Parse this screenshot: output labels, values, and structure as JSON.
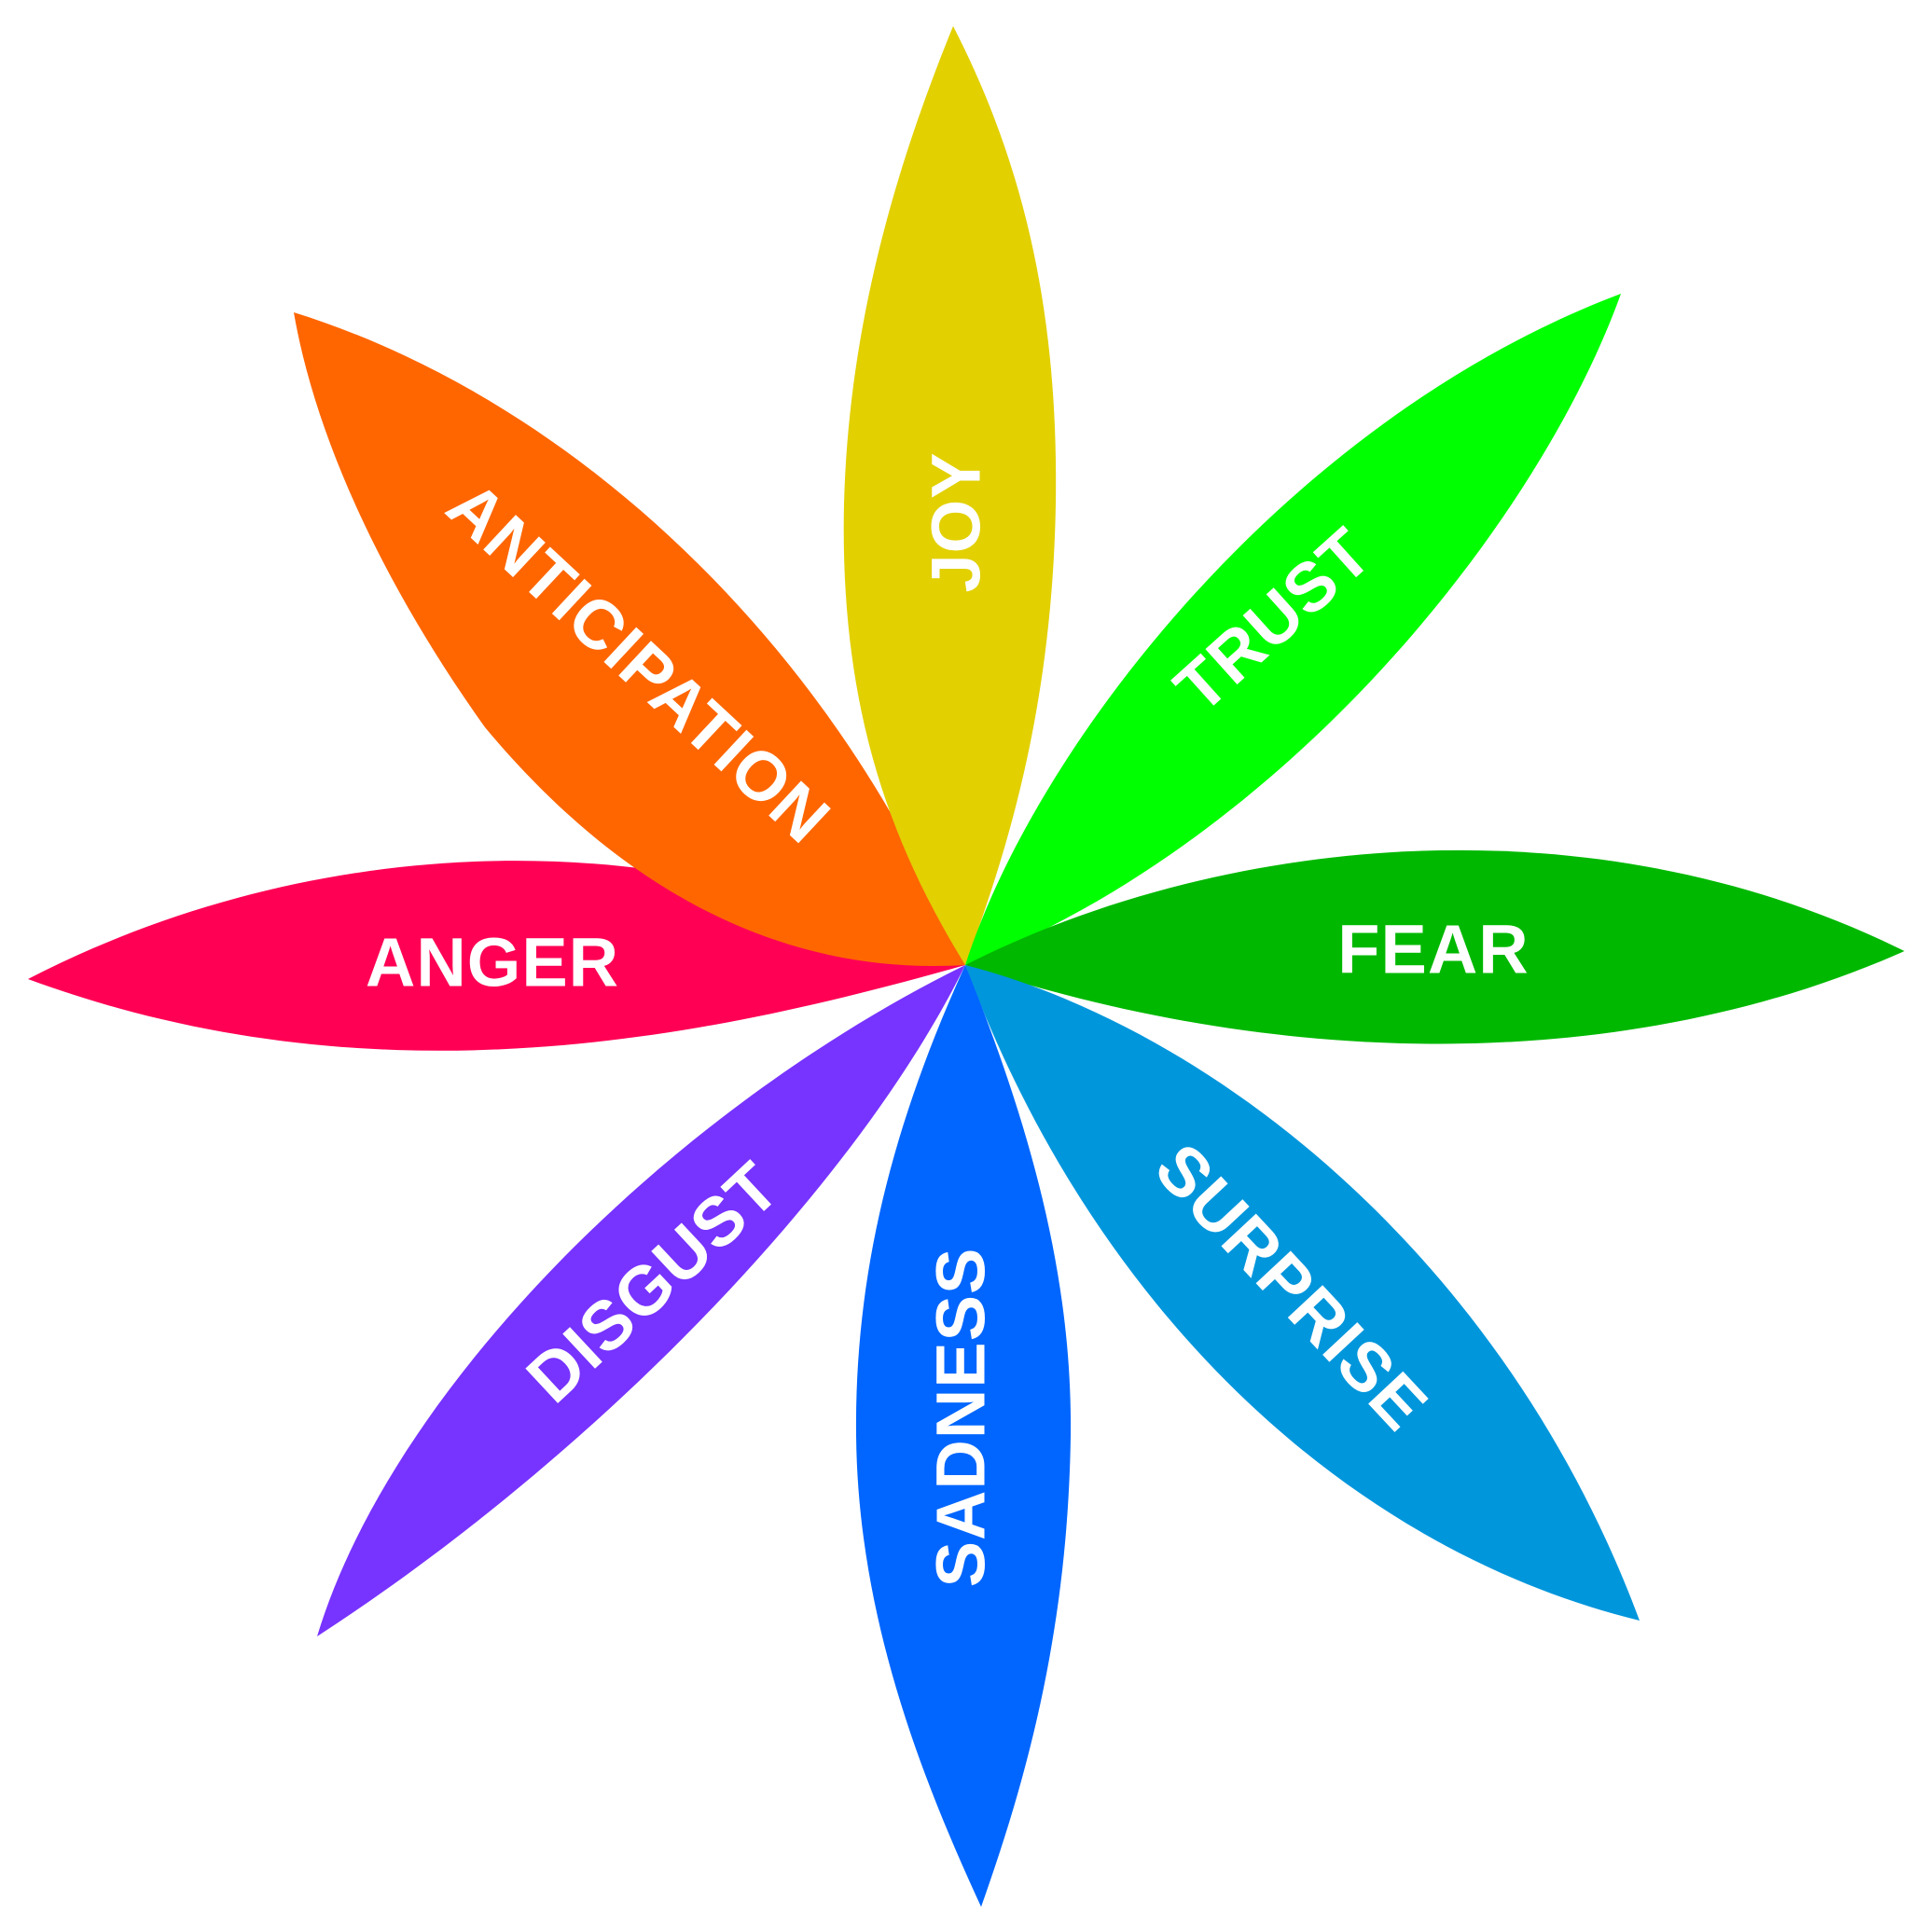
{
  "diagram": {
    "type": "emotion-wheel",
    "petals": [
      {
        "id": "joy",
        "label": "JOY",
        "color": "#E2D000"
      },
      {
        "id": "trust",
        "label": "TRUST",
        "color": "#00FF00"
      },
      {
        "id": "fear",
        "label": "FEAR",
        "color": "#00B800"
      },
      {
        "id": "surprise",
        "label": "SURPRISE",
        "color": "#0096DC"
      },
      {
        "id": "sadness",
        "label": "SADNESS",
        "color": "#0066FF"
      },
      {
        "id": "disgust",
        "label": "DISGUST",
        "color": "#7733FF"
      },
      {
        "id": "anger",
        "label": "ANGER",
        "color": "#FF0055"
      },
      {
        "id": "anticipation",
        "label": "ANTICIPATION",
        "color": "#FF6600"
      }
    ]
  }
}
